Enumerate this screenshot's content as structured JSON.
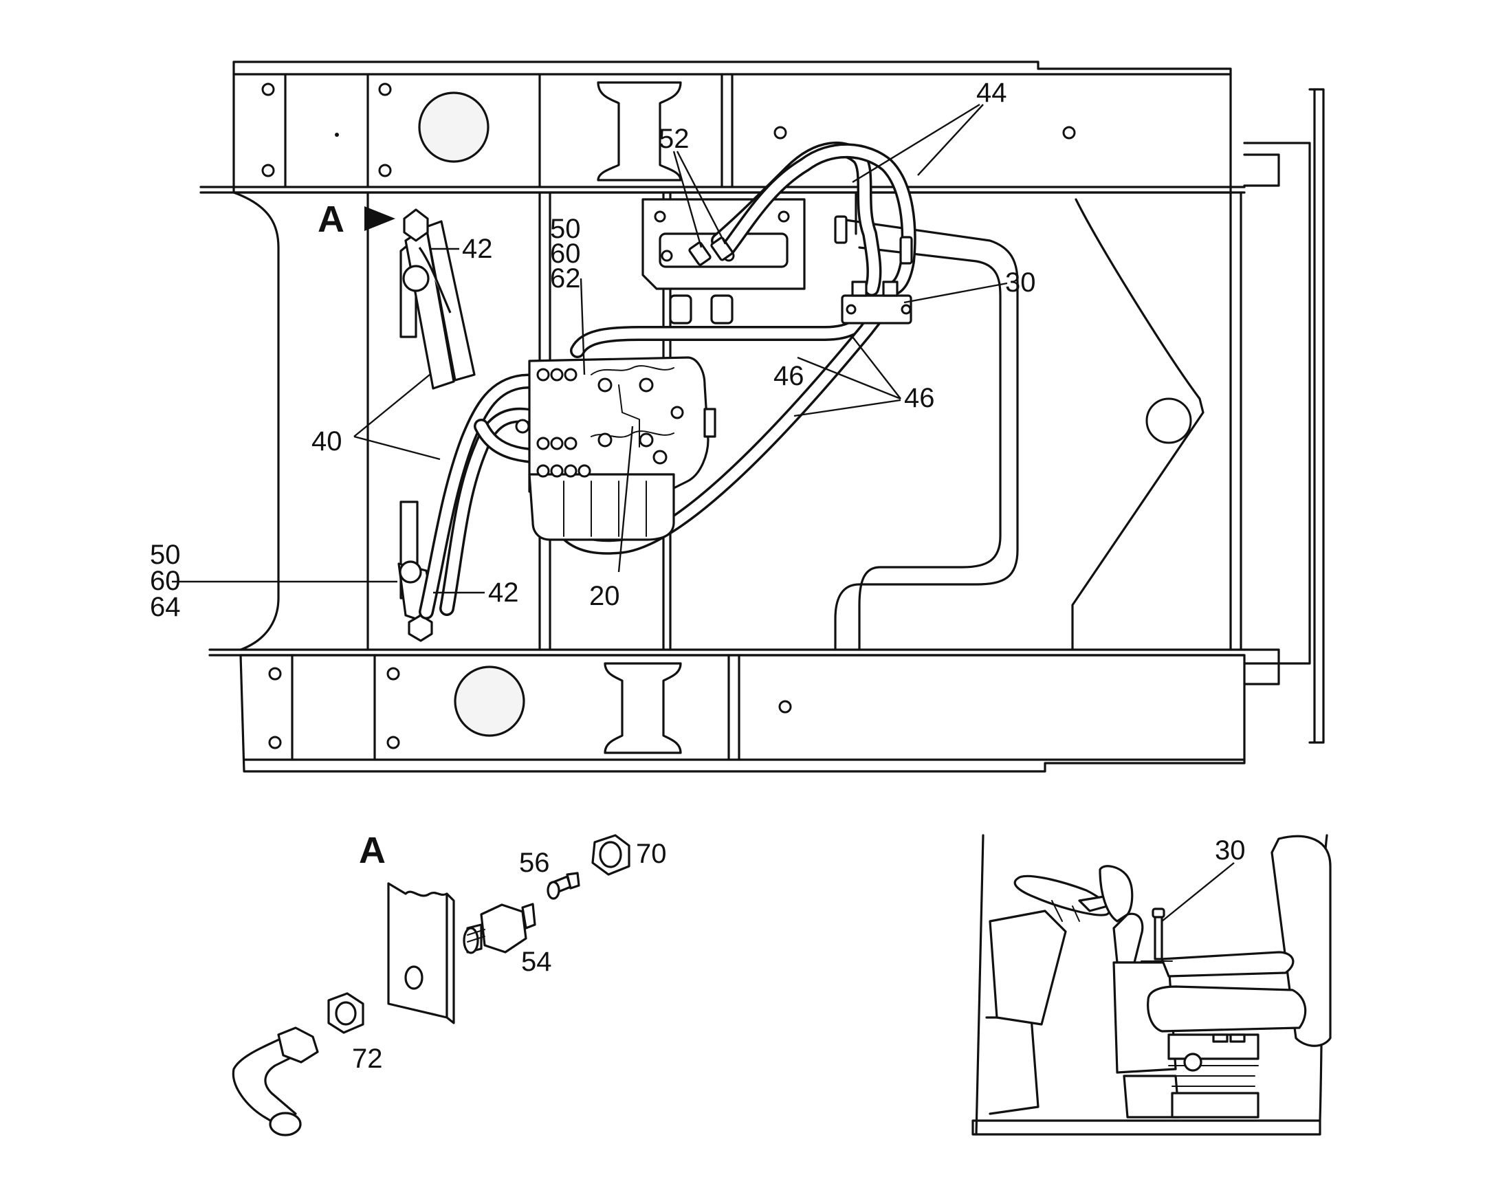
{
  "callouts": {
    "view_a_marker": "A",
    "p20": "20",
    "p30": "30",
    "p40": "40",
    "p42_top": "42",
    "p42_bottom": "42",
    "p44": "44",
    "p46_mid": "46",
    "p46_right": "46",
    "p52": "52",
    "group_upper": [
      "50",
      "60",
      "62"
    ],
    "group_lower": [
      "50",
      "60",
      "64"
    ]
  },
  "detail_a": {
    "title": "A",
    "p54": "54",
    "p56": "56",
    "p70": "70",
    "p72": "72"
  },
  "cab_view": {
    "p30": "30"
  }
}
